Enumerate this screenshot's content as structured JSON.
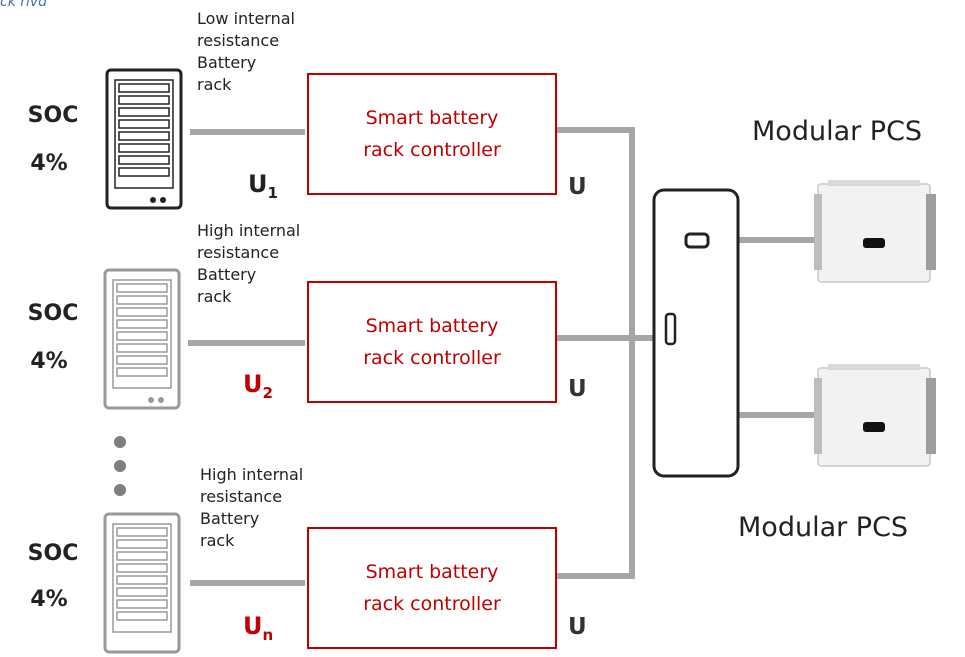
{
  "corner_text": "ck rlvd",
  "racks": [
    {
      "soc_label": "SOC",
      "soc_value": "4%",
      "label_lines": [
        "Low internal",
        "resistance",
        "Battery",
        "rack"
      ],
      "u_main": "U",
      "u_sub": "1",
      "u_color": "#222222",
      "controller_lines": [
        "Smart battery",
        "rack controller"
      ],
      "output_label": "U"
    },
    {
      "soc_label": "SOC",
      "soc_value": "4%",
      "label_lines": [
        "High internal",
        "resistance",
        "Battery",
        "rack"
      ],
      "u_main": "U",
      "u_sub": "2",
      "u_color": "#c00000",
      "controller_lines": [
        "Smart battery",
        "rack controller"
      ],
      "output_label": "U"
    },
    {
      "soc_label": "SOC",
      "soc_value": "4%",
      "label_lines": [
        "High internal",
        "resistance",
        "Battery",
        "rack"
      ],
      "u_main": "U",
      "u_sub": "n",
      "u_color": "#c00000",
      "controller_lines": [
        "Smart battery",
        "rack controller"
      ],
      "output_label": "U"
    }
  ],
  "pcs_labels": [
    "Modular PCS",
    "Modular PCS"
  ],
  "colors": {
    "controller_border": "#c00000",
    "line": "#a6a6a6",
    "dark_rack": "#222222",
    "light_rack": "#9a9a9a"
  },
  "icons": [
    "battery-rack-icon",
    "combiner-cabinet-icon",
    "pcs-unit-icon",
    "ellipsis-dots-icon"
  ]
}
